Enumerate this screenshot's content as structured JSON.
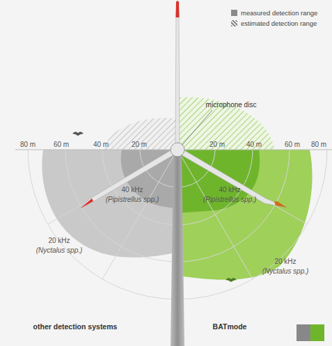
{
  "diagram": {
    "labels": [
      "microphone disc",
      "80 m",
      "60 m",
      "40 m",
      "20 m",
      "20 m",
      "40 m",
      "60 m",
      "80 m",
      "40 kHz",
      "(Pipistrellus spp.)",
      "20 kHz",
      "(Nyctalus spp.)",
      "40 kHz",
      "(Pipistrellus spp.)",
      "20 kHz",
      "(Nyctalus spp.)",
      "other detection systems",
      "BATmode"
    ],
    "legend": [
      {
        "text": "measured detection range",
        "color": "#8a8a8a"
      },
      {
        "text": "estimated detection range"
      }
    ]
  }
}
